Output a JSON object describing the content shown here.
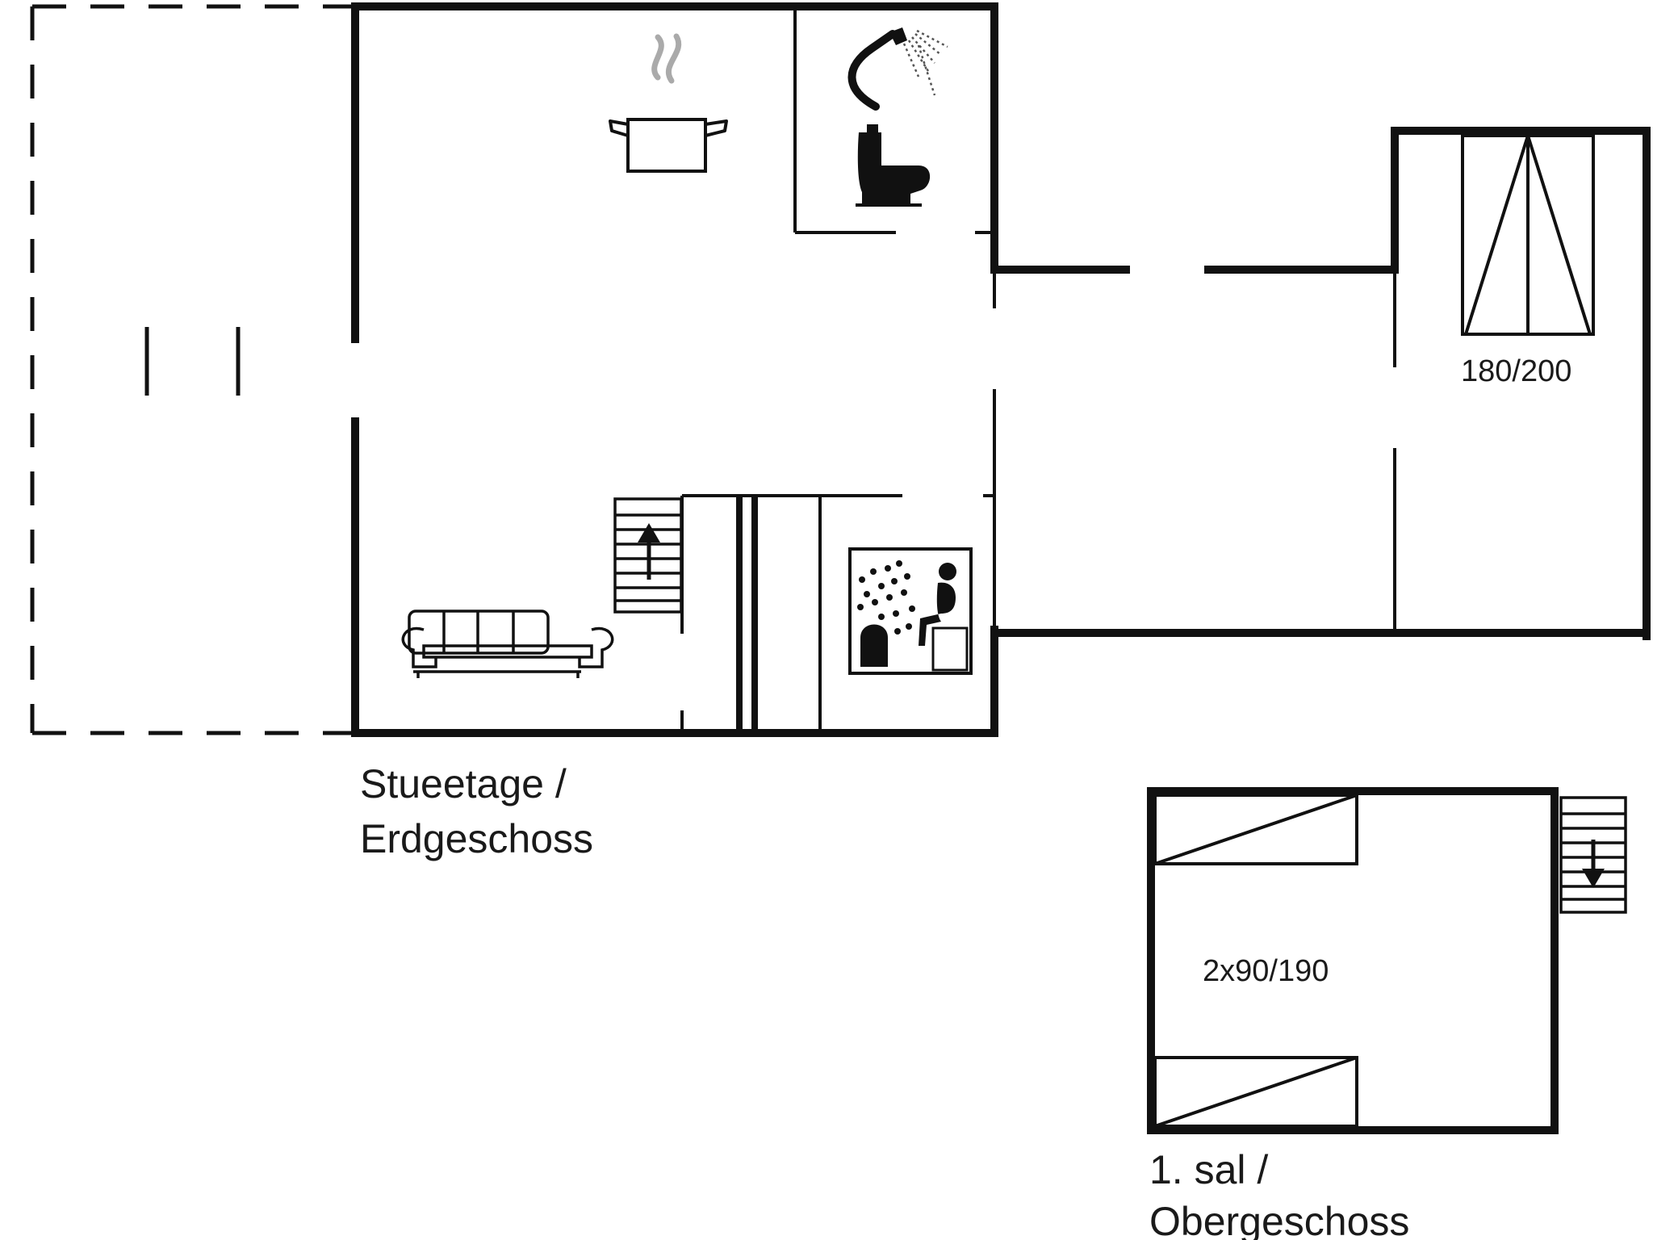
{
  "ground_floor": {
    "label_line1": "Stueetage /",
    "label_line2": "Erdgeschoss",
    "bed_size": "180/200"
  },
  "upper_floor": {
    "label_line1": "1. sal /",
    "label_line2": "Obergeschoss",
    "bed_size": "2x90/190"
  },
  "icons": [
    "cooking-pot-icon",
    "shower-icon",
    "toilet-icon",
    "sauna-icon",
    "sofa-icon",
    "stairs-up-icon",
    "stairs-down-icon",
    "double-bed-icon",
    "single-bed-icon"
  ],
  "colors": {
    "wall": "#111111",
    "steam": "#aaaaaa"
  }
}
